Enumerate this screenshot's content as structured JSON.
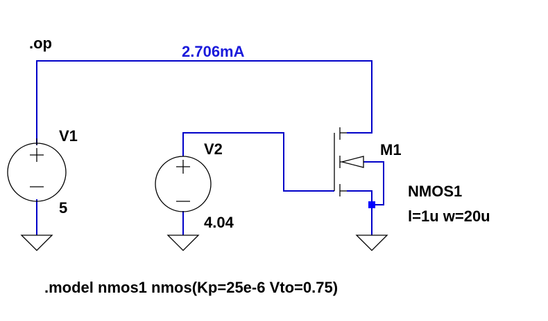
{
  "schematic": {
    "directives": {
      "op": ".op",
      "model": ".model nmos1 nmos(Kp=25e-6 Vto=0.75)"
    },
    "current_readout": {
      "value": "2.706mA",
      "color": "#1a1adb"
    },
    "components": {
      "v1": {
        "name": "V1",
        "value": "5"
      },
      "v2": {
        "name": "V2",
        "value": "4.04"
      },
      "m1": {
        "name": "M1",
        "model": "NMOS1",
        "params": "l=1u w=20u"
      }
    },
    "colors": {
      "wire": "#0000c8",
      "component": "#000000",
      "background": "#ffffff",
      "junction": "#0000ff"
    },
    "icons": {
      "voltage_source": "voltage-source-icon",
      "ground": "ground-icon",
      "nmos": "nmos-transistor-icon"
    }
  }
}
